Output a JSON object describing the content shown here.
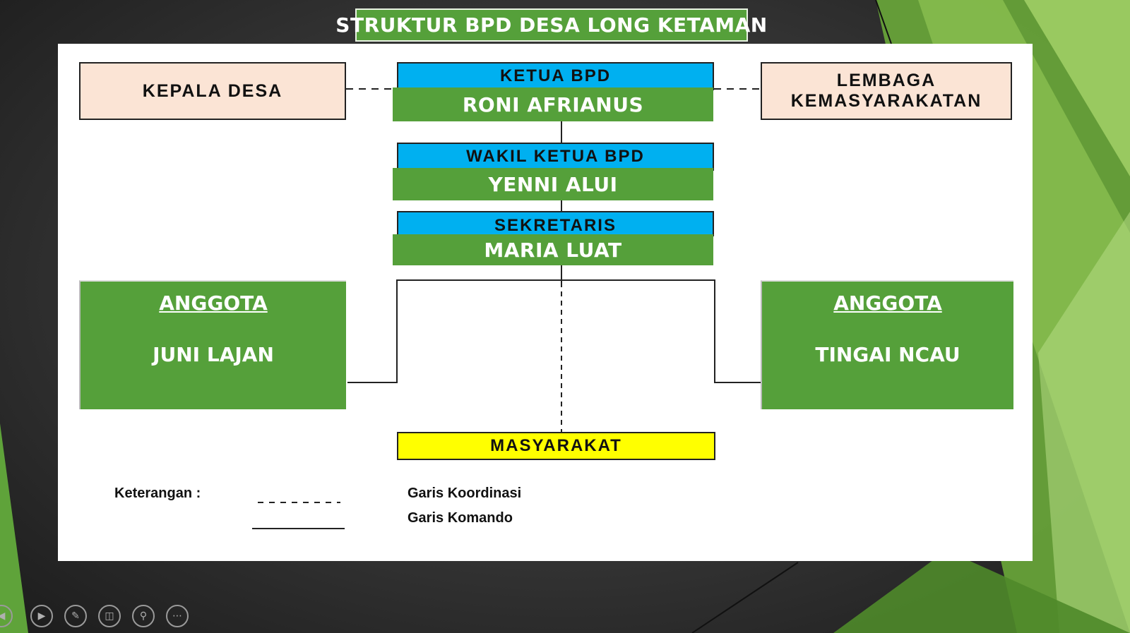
{
  "slide": {
    "title": "STRUKTUR BPD DESA LONG KETAMAN"
  },
  "chart": {
    "kepala_desa": "KEPALA DESA",
    "lembaga": "LEMBAGA KEMASYARAKATAN",
    "ketua_role": "KETUA BPD",
    "ketua_name": "RONI AFRIANUS",
    "wakil_role": "WAKIL KETUA BPD",
    "wakil_name": "YENNI ALUI",
    "sekretaris_role": "SEKRETARIS",
    "sekretaris_name": "MARIA LUAT",
    "anggota_left_title": "ANGGOTA",
    "anggota_left_name": "JUNI LAJAN",
    "anggota_right_title": "ANGGOTA",
    "anggota_right_name": "TINGAI NCAU",
    "masyarakat": "MASYARAKAT"
  },
  "legend": {
    "label": "Keterangan :",
    "dashed_desc": "Garis Koordinasi",
    "solid_desc": "Garis Komando"
  },
  "colors": {
    "green": "#55a03a",
    "blue": "#00b0f0",
    "peach": "#fbe4d5",
    "yellow": "#ffff00"
  },
  "controls": [
    "previous-icon",
    "play-icon",
    "pen-icon",
    "slides-icon",
    "zoom-icon",
    "more-icon"
  ]
}
